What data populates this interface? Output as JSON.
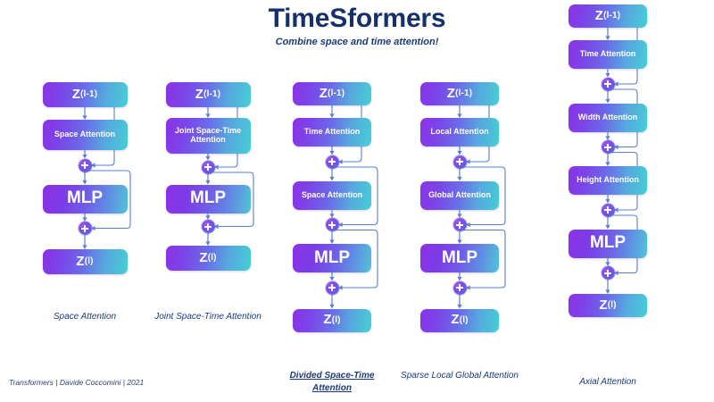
{
  "header": {
    "title": "TimeSformers",
    "subtitle": "Combine space and time attention!"
  },
  "footer": {
    "credit": "Transformers | Davide Coccomini | 2021"
  },
  "labels": {
    "input": "Z",
    "input_sup": "(l-1)",
    "output": "Z",
    "output_sup": "(l)",
    "mlp": "MLP",
    "plus": "+"
  },
  "colors": {
    "gradient_start": "#8B32E6",
    "gradient_end": "#46CFD4",
    "title": "#16306b",
    "caption": "#1b3a7a",
    "edge": "#5b7fd0",
    "background": "#ffffff"
  },
  "columns": [
    {
      "id": "space-attention",
      "caption": "Space Attention",
      "caption_emphasis": false,
      "attention_blocks": [
        "Space Attention"
      ]
    },
    {
      "id": "joint-space-time-attention",
      "caption": "Joint Space-Time Attention",
      "caption_emphasis": false,
      "attention_blocks": [
        "Joint Space-Time Attention"
      ]
    },
    {
      "id": "divided-space-time-attention",
      "caption": "Divided Space-Time Attention",
      "caption_emphasis": true,
      "attention_blocks": [
        "Time Attention",
        "Space Attention"
      ]
    },
    {
      "id": "sparse-local-global-attention",
      "caption": "Sparse Local Global Attention",
      "caption_emphasis": false,
      "attention_blocks": [
        "Local Attention",
        "Global Attention"
      ]
    },
    {
      "id": "axial-attention",
      "caption": "Axial Attention",
      "caption_emphasis": false,
      "attention_blocks": [
        "Time Attention",
        "Width Attention",
        "Height Attention"
      ]
    }
  ]
}
